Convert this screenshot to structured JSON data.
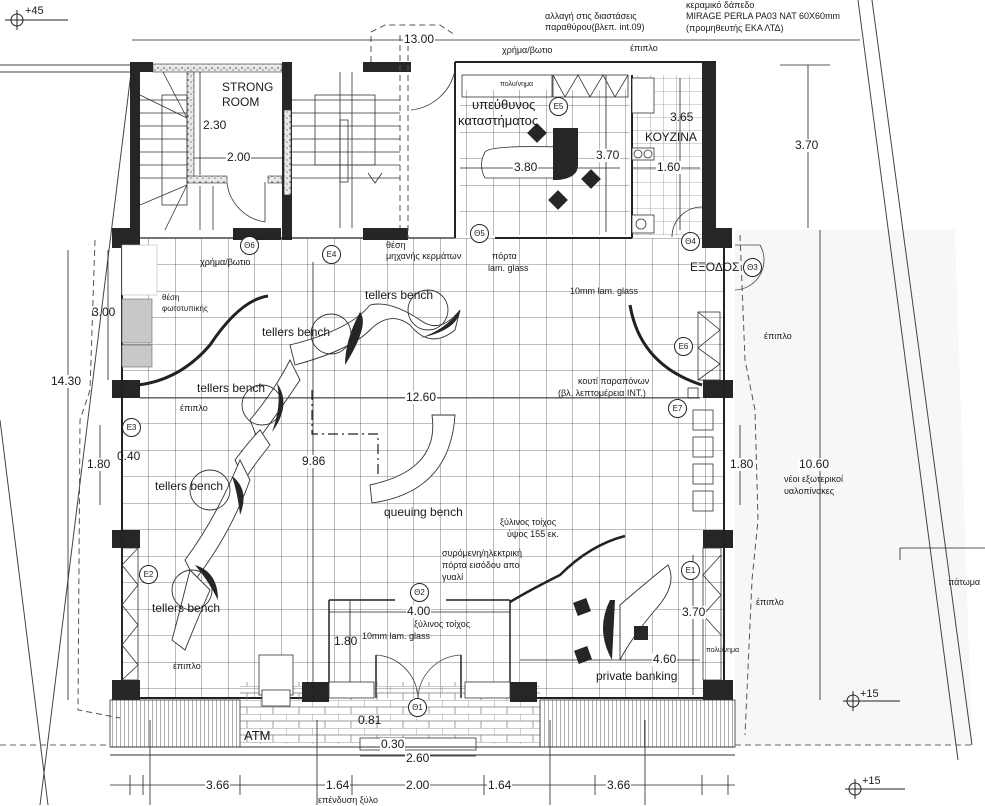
{
  "drawing": {
    "type": "architectural floor plan",
    "levels": [
      "+45",
      "+15",
      "+15"
    ],
    "overall_width": "13.00"
  },
  "rooms": {
    "strong_room": "STRONG\nROOM",
    "strong_room_line1": "STRONG",
    "strong_room_line2": "ROOM",
    "manager_line1": "υπεύθυνος",
    "manager_line2": "καταστήματος",
    "kitchen": "ΚΟΥΖΙΝΑ",
    "exit": "ΕΞΟΔΟΣ",
    "private_banking": "private banking",
    "queuing_bench": "queuing bench",
    "atm": "ATM"
  },
  "furniture": {
    "tellers_bench": [
      "tellers bench",
      "tellers bench",
      "tellers bench",
      "tellers bench",
      "tellers bench"
    ]
  },
  "annotations": {
    "window_change_line1": "αλλαγή στις διαστάσεις",
    "window_change_line2": "παραθύρου(βλεπ. int.09)",
    "tile_line1": "κεραμικό δάπεδο",
    "tile_line2": "MIRAGE PERLA PA03 NAT 60X60mm",
    "tile_line3": "(προμηθευτής ΕΚΑ ΛΤΔ)",
    "safe_top": "χρήμα/βωτιο",
    "furniture_top": "έπιπλο",
    "multi_top": "πολυ/νημα",
    "safe_left": "χρήμα/βωτιο",
    "coin_machine_line1": "θέση",
    "coin_machine_line2": "μηχανής κερμάτων",
    "door_glass_line1": "πόρτα",
    "door_glass_line2": "lam. glass",
    "glass_10mm_top": "10mm lam. glass",
    "copier_line1": "θέση",
    "copier_line2": "φωτοτυπικής",
    "furniture_left": "έπιπλο",
    "furniture_right_upper": "έπιπλο",
    "complaints_line1": "κουτί παραπόνων",
    "complaints_line2": "(βλ. λεπτομέρεια INT.)",
    "glass_panels_line1": "νέοι εξωτερικοί",
    "glass_panels_line2": "υαλοπίνακες",
    "wood_wall_line1": "ξύλινος τοίχος",
    "wood_wall_line2": "ύψος 155 εκ.",
    "sliding_door_line1": "συρόμενη/ηλεκτρική",
    "sliding_door_line2": "πόρτα εισόδου απο",
    "sliding_door_line3": "γυαλί",
    "wood_wall_2": "ξύλινος τοίχος",
    "glass_10mm_bottom": "10mm lam. glass",
    "furniture_bottom_left": "έπιπλο",
    "furniture_right_lower": "έπιπλο",
    "multi_bottom": "πολυ/νημα",
    "floor_right": "πάτωμα",
    "wood_cladding": "επένδυση ξύλο"
  },
  "tags": [
    "Θ6",
    "Θ5",
    "Θ4",
    "Θ3",
    "Θ2",
    "Θ1",
    "E1",
    "E2",
    "E3",
    "E4",
    "E5",
    "E6",
    "E7"
  ],
  "dimensions": {
    "top_width": "13.00",
    "strong_h": "2.30",
    "strong_w": "2.00",
    "office_w": "3.80",
    "office_h": "3.70",
    "kitchen_h": "3.65",
    "kitchen_w": "1.60",
    "right_upper_h": "3.70",
    "left_copier": "3.00",
    "total_h": "14.30",
    "hall_w": "12.60",
    "hall_h": "9.86",
    "left_window": "1.80",
    "left_window_depth": "0.40",
    "right_window": "1.80",
    "right_h": "10.60",
    "entrance_w": "4.00",
    "entrance_h": "1.80",
    "pb_h": "3.70",
    "pb_w": "4.60",
    "step": "0.81",
    "step_w": "0.30",
    "door_w": "2.60",
    "bottom": [
      "3.66",
      "1.64",
      "2.00",
      "1.64",
      "3.66"
    ]
  }
}
